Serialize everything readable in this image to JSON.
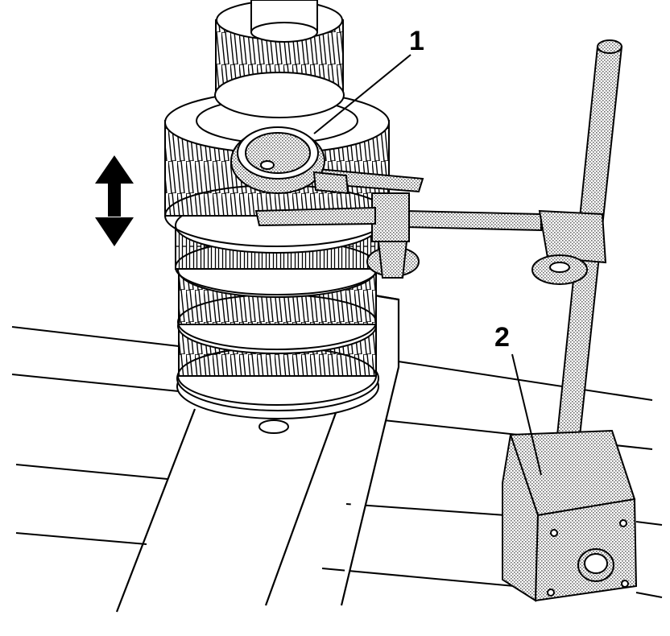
{
  "callouts": [
    {
      "id": "1",
      "label": "1",
      "part": "dial-indicator"
    },
    {
      "id": "2",
      "label": "2",
      "part": "magnetic-base"
    }
  ],
  "colors": {
    "line": "#000000",
    "background": "#ffffff",
    "stipple": "#9a9a9a"
  }
}
